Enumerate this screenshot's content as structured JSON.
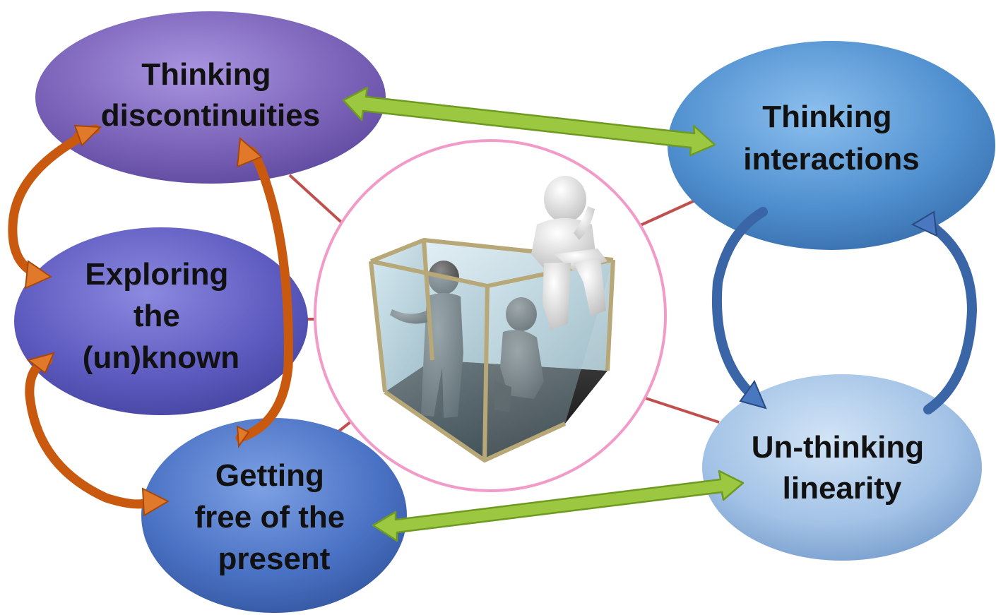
{
  "nodes": {
    "thinking_discontinuities": {
      "lines": [
        "Thinking",
        "discontinuities"
      ]
    },
    "thinking_interactions": {
      "lines": [
        "Thinking",
        "interactions"
      ]
    },
    "exploring_unknown": {
      "lines": [
        "Exploring",
        "the",
        "(un)known"
      ]
    },
    "getting_free": {
      "lines": [
        "Getting",
        "free of the",
        "present"
      ]
    },
    "unthinking_linearity": {
      "lines": [
        "Un-thinking",
        "linearity"
      ]
    }
  },
  "center_image": {
    "icon": "thinking-figures-in-glass-cube-icon"
  },
  "colors": {
    "purple": "#7a62b8",
    "indigo": "#5e5bc0",
    "blue_dark": "#4a72c4",
    "blue_mid": "#4f8fcf",
    "blue_light": "#93b8e2",
    "connector_red": "#c0504d",
    "arrow_green": "#9bc840",
    "arrow_orange": "#c8590e",
    "arrow_blue": "#3a66a8",
    "circle_pink": "#f29ac8"
  }
}
